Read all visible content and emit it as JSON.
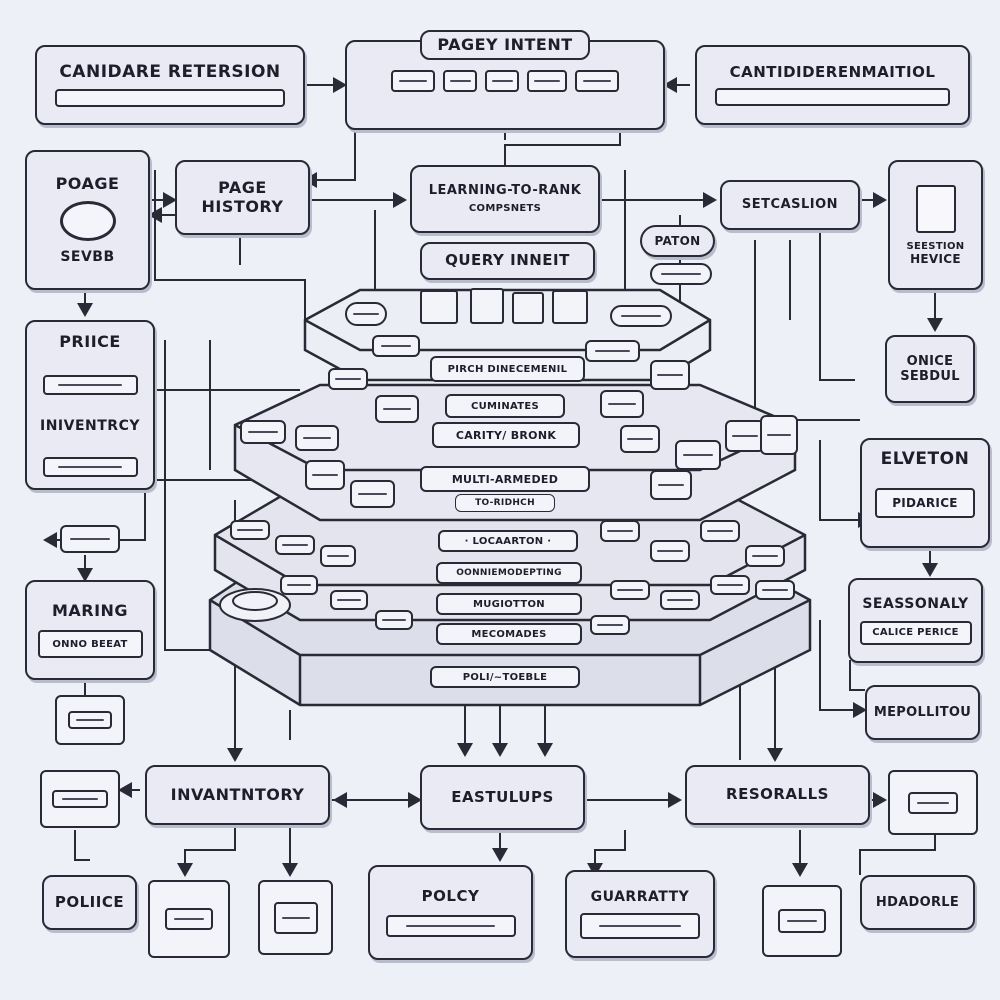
{
  "title": "PAGEY INTENT",
  "boxes": {
    "candidate_retension": "CANIDARE RETERSION",
    "candidate_right": "CANTIDIDERENMAITIOL",
    "page_sevbb_top": "POAGE",
    "page_sevbb_bottom": "SEVBB",
    "page_history": "PAGE\nHISTORY",
    "learning_to_rank_line1": "LEARNING-TO-RANK",
    "learning_to_rank_line2": "COMPSNETS",
    "query_innet": "QUERY INNEIT",
    "patton": "PATON",
    "setcasion": "SETCASLION",
    "selection_device_line1": "SEESTION",
    "selection_device_line2": "HEVICE",
    "price": "PRIICE",
    "inventory_left": "INIVENTRCY",
    "once_sebdul_line1": "ONICE",
    "once_sebdul_line2": "SEBDUL",
    "elevation": "ELVETON",
    "pidarice": "PIDARICE",
    "maring": "MARING",
    "onno_beeat": "ONNO BEEAT",
    "seasonally": "SEASSONALY",
    "calce_perice": "CALICE PERICE",
    "mepollition": "MEPOLLITOU",
    "inventory_bottom": "INVANTNTORY",
    "eastulups": "EASTULUPS",
    "resoralls": "RESORALLS",
    "police": "POLIICE",
    "policy": "POLCY",
    "guarantty": "GUARRATTY",
    "hdadorle": "HDADORLE"
  },
  "stack_layers": [
    "PIRCH DINECEMENIL",
    "CUMINATES",
    "CARITY/ BRONK",
    "MULTI-ARMEDED",
    "TO-RIDHCH",
    "· LOCAARTON ·",
    "OONNIEMODEPTING",
    "MUGIOTTON",
    "MECOMADES",
    "POLI/~TOEBLE"
  ],
  "colors": {
    "ink": "#2a2a36",
    "paper": "#e9eaf3",
    "background": "#eef0f8"
  }
}
